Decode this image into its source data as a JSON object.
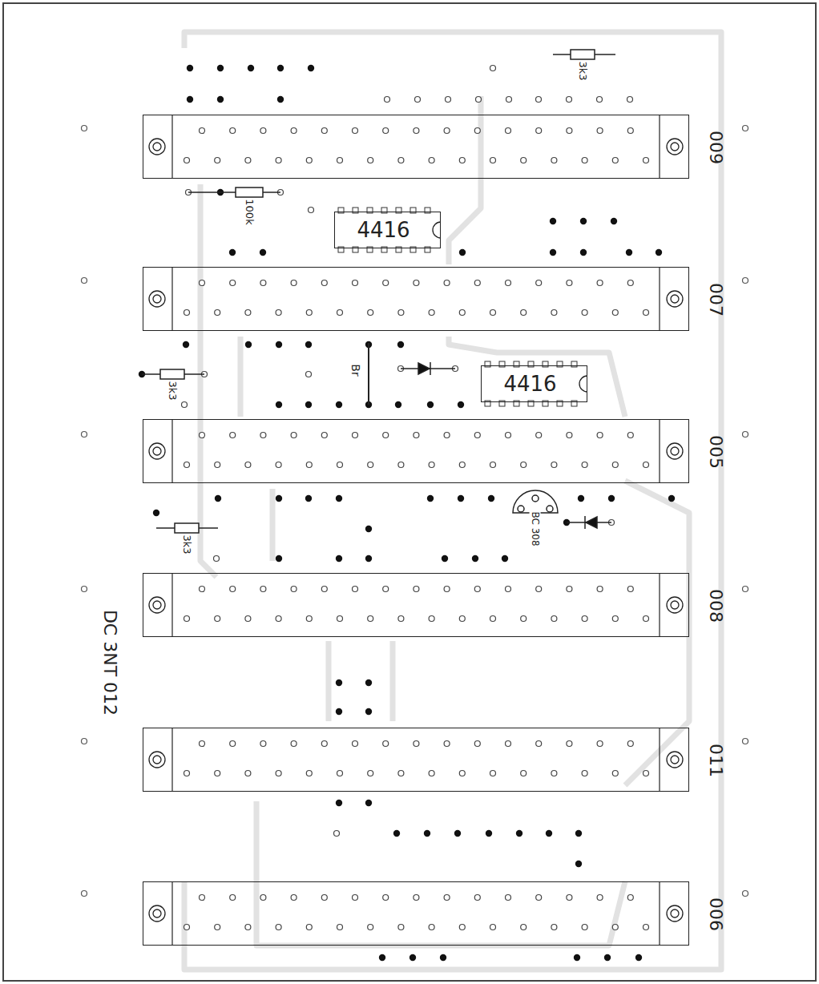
{
  "diagram": {
    "nodes": [
      {
        "text": [
          "009"
        ]
      },
      {
        "text": [
          "4416"
        ]
      },
      {
        "text": [
          "007"
        ]
      },
      {
        "text": [
          "4416"
        ]
      },
      {
        "text": [
          "005"
        ]
      },
      {
        "text": [
          "008"
        ]
      },
      {
        "text": [
          "011"
        ]
      },
      {
        "text": [
          "006"
        ]
      }
    ],
    "labels": [
      "3k3",
      "100k",
      "Br",
      "3k3",
      "3k3",
      "BC 308",
      "DC 3NT 012"
    ]
  }
}
